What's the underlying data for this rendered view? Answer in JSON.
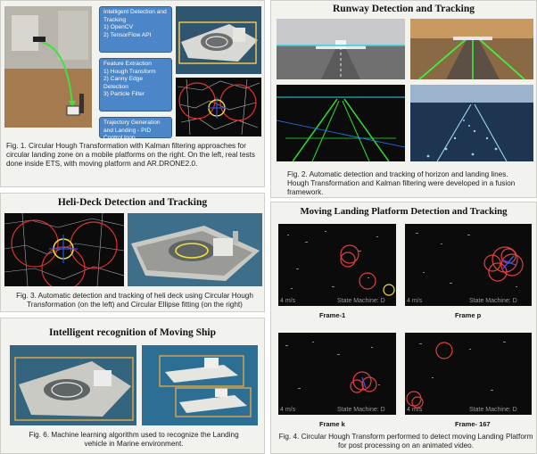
{
  "fig1": {
    "box1": {
      "title": "Intelligent Detection and Tracking",
      "items": [
        "1)  OpenCV",
        "2)  TensorFlow API"
      ]
    },
    "box2": {
      "title": "Feature Extraction",
      "items": [
        "1)  Hough Transform",
        "2)  Canny Edge Detection",
        "3)  Particle Filter"
      ]
    },
    "box3": {
      "text": "Trajectory Generation and Landing - PID Control loop"
    },
    "caption": "Fig. 1. Circular Hough Transformation with Kalman filtering approaches for circular landing zone on a mobile platforms on the right. On the left, real tests done inside ETS, with moving platform and AR.DRONE2.0."
  },
  "fig2": {
    "title": "Runway Detection and Tracking",
    "caption": "Fig. 2. Automatic detection and tracking of horizon and landing lines. Hough Transformation and Kalman filtering were developed in a fusion framework."
  },
  "fig3": {
    "title": "Heli-Deck Detection and Tracking",
    "caption": "Fig. 3. Automatic detection and tracking of heli deck using Circular Hough Transformation (on the left) and Circular Ellipse fitting (on the right)"
  },
  "fig4": {
    "title": "Moving Landing Platform Detection and Tracking",
    "frames": [
      "Frame-1",
      "Frame  p",
      "Frame k",
      "Frame- 167"
    ],
    "overlay_left": "4 m/s",
    "overlay_right": "State Machine: D",
    "caption": "Fig. 4. Circular Hough Transform performed to detect moving Landing Platform for post processing on an animated video."
  },
  "fig6": {
    "title": "Intelligent recognition of Moving Ship",
    "caption": "Fig. 6. Machine learning algorithm used to recognize the Landing vehicle in Marine environment."
  }
}
